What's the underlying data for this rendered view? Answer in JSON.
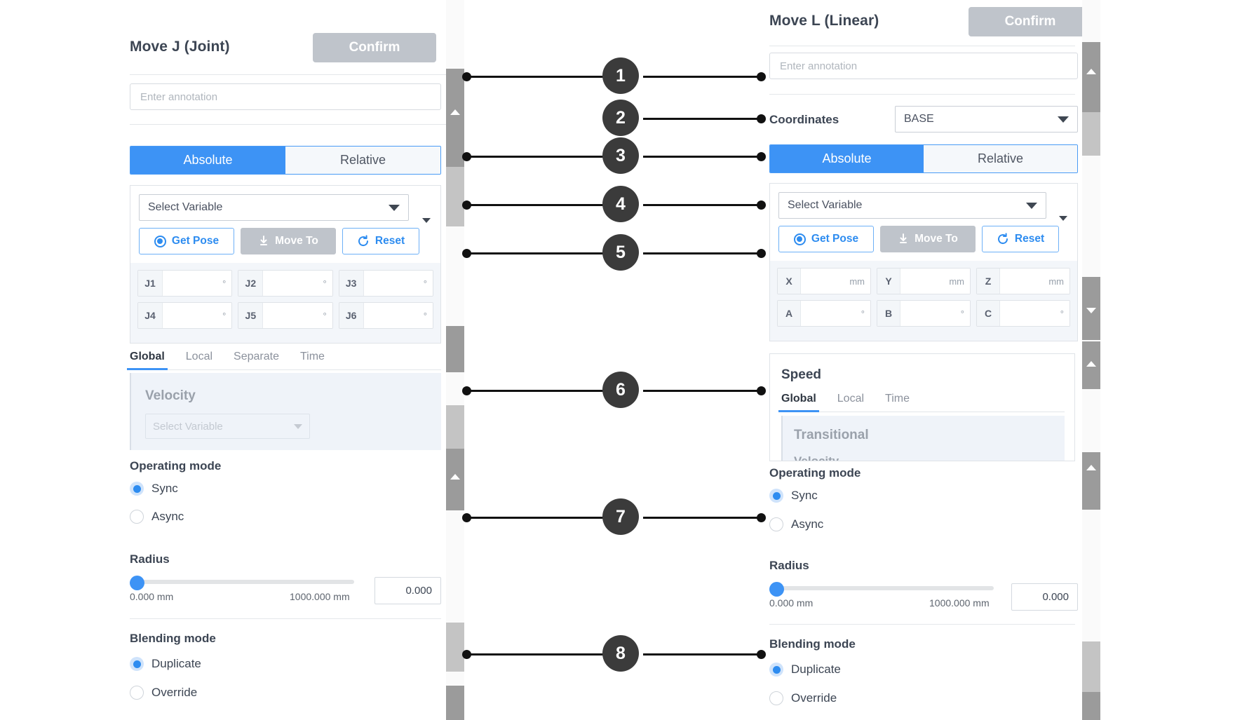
{
  "left_panel": {
    "title": "Move J (Joint)",
    "confirm_label": "Confirm",
    "annotation_placeholder": "Enter annotation",
    "mode_tabs": {
      "absolute": "Absolute",
      "relative": "Relative"
    },
    "variable_select": "Select Variable",
    "pose_buttons": {
      "get_pose": "Get Pose",
      "move_to": "Move To",
      "reset": "Reset"
    },
    "joint_fields": [
      {
        "label": "J1",
        "value": "",
        "unit": "°"
      },
      {
        "label": "J2",
        "value": "",
        "unit": "°"
      },
      {
        "label": "J3",
        "value": "",
        "unit": "°"
      },
      {
        "label": "J4",
        "value": "",
        "unit": "°"
      },
      {
        "label": "J5",
        "value": "",
        "unit": "°"
      },
      {
        "label": "J6",
        "value": "",
        "unit": "°"
      }
    ],
    "speed_tabs": [
      "Global",
      "Local",
      "Separate",
      "Time"
    ],
    "speed_active_tab": "Global",
    "velocity_label": "Velocity",
    "velocity_select": "Select Variable",
    "operating_mode": {
      "heading": "Operating mode",
      "options": [
        "Sync",
        "Async"
      ],
      "selected": "Sync"
    },
    "radius": {
      "heading": "Radius",
      "min_label": "0.000 mm",
      "max_label": "1000.000 mm",
      "value": "0.000"
    },
    "blending_mode": {
      "heading": "Blending mode",
      "options": [
        "Duplicate",
        "Override"
      ],
      "selected": "Duplicate"
    }
  },
  "right_panel": {
    "title": "Move L (Linear)",
    "confirm_label": "Confirm",
    "annotation_placeholder": "Enter annotation",
    "coordinates_label": "Coordinates",
    "coordinates_value": "BASE",
    "mode_tabs": {
      "absolute": "Absolute",
      "relative": "Relative"
    },
    "variable_select": "Select Variable",
    "pose_buttons": {
      "get_pose": "Get Pose",
      "move_to": "Move To",
      "reset": "Reset"
    },
    "pose_fields": [
      {
        "label": "X",
        "value": "",
        "unit": "mm"
      },
      {
        "label": "Y",
        "value": "",
        "unit": "mm"
      },
      {
        "label": "Z",
        "value": "",
        "unit": "mm"
      },
      {
        "label": "A",
        "value": "",
        "unit": "°"
      },
      {
        "label": "B",
        "value": "",
        "unit": "°"
      },
      {
        "label": "C",
        "value": "",
        "unit": "°"
      }
    ],
    "speed_heading": "Speed",
    "speed_tabs": [
      "Global",
      "Local",
      "Time"
    ],
    "speed_active_tab": "Global",
    "transitional_label": "Transitional",
    "transitional_sub_label": "Velocity",
    "operating_mode": {
      "heading": "Operating mode",
      "options": [
        "Sync",
        "Async"
      ],
      "selected": "Sync"
    },
    "radius": {
      "heading": "Radius",
      "min_label": "0.000 mm",
      "max_label": "1000.000 mm",
      "value": "0.000"
    },
    "blending_mode": {
      "heading": "Blending mode",
      "options": [
        "Duplicate",
        "Override"
      ],
      "selected": "Duplicate"
    }
  },
  "callouts": [
    {
      "number": "1"
    },
    {
      "number": "2"
    },
    {
      "number": "3"
    },
    {
      "number": "4"
    },
    {
      "number": "5"
    },
    {
      "number": "6"
    },
    {
      "number": "7"
    },
    {
      "number": "8"
    }
  ],
  "colors": {
    "accent": "#3d93f5",
    "accent_border": "#6db0f7",
    "disabled": "#bfc4cb",
    "callout": "#3b3b3b",
    "text": "#3c4553",
    "muted": "#8b919c"
  }
}
